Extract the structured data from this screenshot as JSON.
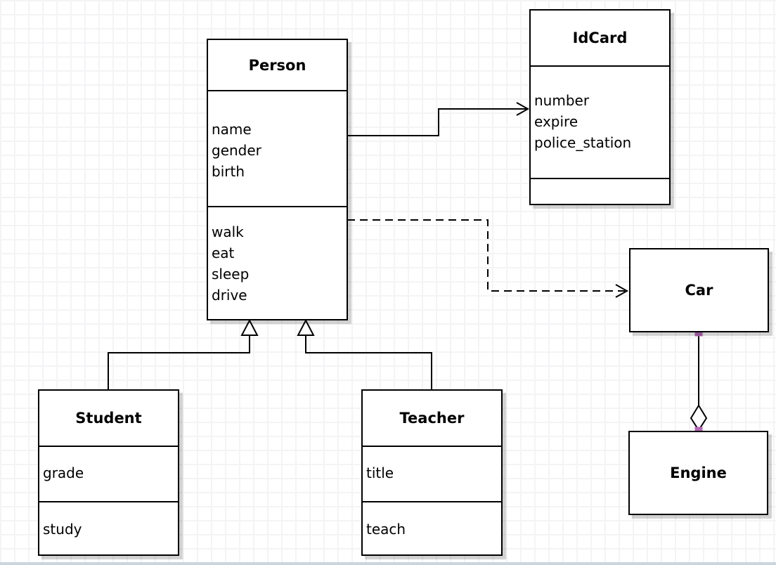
{
  "diagram": {
    "type": "uml-class-diagram",
    "classes": [
      {
        "name": "Person",
        "attributes": [
          "name",
          "gender",
          "birth"
        ],
        "methods": [
          "walk",
          "eat",
          "sleep",
          "drive"
        ]
      },
      {
        "name": "IdCard",
        "attributes": [
          "number",
          "expire",
          "police_station"
        ],
        "methods": []
      },
      {
        "name": "Car",
        "attributes": [],
        "methods": []
      },
      {
        "name": "Engine",
        "attributes": [],
        "methods": []
      },
      {
        "name": "Student",
        "attributes": [
          "grade"
        ],
        "methods": [
          "study"
        ]
      },
      {
        "name": "Teacher",
        "attributes": [
          "title"
        ],
        "methods": [
          "teach"
        ]
      }
    ],
    "relationships": [
      {
        "from": "Person",
        "to": "IdCard",
        "type": "association",
        "line": "solid",
        "arrowhead": "open-arrow"
      },
      {
        "from": "Person",
        "to": "Car",
        "type": "dependency",
        "line": "dashed",
        "arrowhead": "open-arrow"
      },
      {
        "from": "Student",
        "to": "Person",
        "type": "generalization",
        "line": "solid",
        "arrowhead": "hollow-triangle"
      },
      {
        "from": "Teacher",
        "to": "Person",
        "type": "generalization",
        "line": "solid",
        "arrowhead": "hollow-triangle"
      },
      {
        "from": "Car",
        "to": "Engine",
        "type": "aggregation",
        "line": "solid",
        "arrowhead": "hollow-diamond"
      }
    ],
    "colors": {
      "stroke": "#000000",
      "class_fill": "#ffffff",
      "endpoint_handle": "#b567b5",
      "grid_line": "#f4f4f6",
      "canvas_edge": "#ccd5de",
      "shadow": "rgba(0,0,0,0.18)"
    }
  }
}
